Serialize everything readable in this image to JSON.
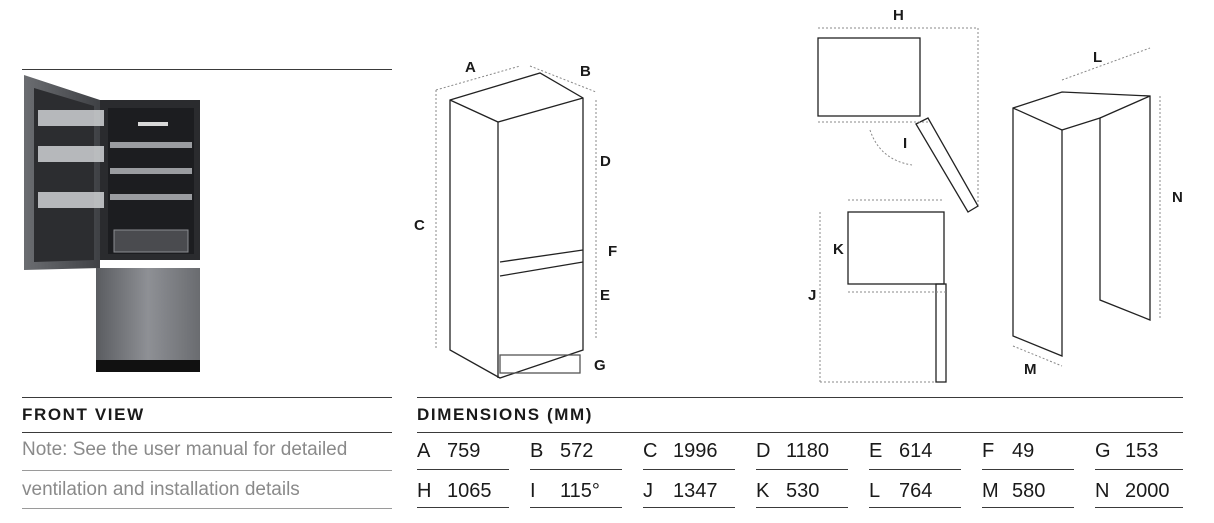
{
  "front_view": {
    "heading": "FRONT VIEW",
    "note_line1": "Note: See the user manual for detailed",
    "note_line2": "ventilation and installation details"
  },
  "dimensions": {
    "heading": "DIMENSIONS (MM)",
    "rows": [
      [
        {
          "letter": "A",
          "value": "759"
        },
        {
          "letter": "B",
          "value": "572"
        },
        {
          "letter": "C",
          "value": "1996"
        },
        {
          "letter": "D",
          "value": "1180"
        },
        {
          "letter": "E",
          "value": "614"
        },
        {
          "letter": "F",
          "value": "49"
        },
        {
          "letter": "G",
          "value": "153"
        }
      ],
      [
        {
          "letter": "H",
          "value": "1065"
        },
        {
          "letter": "I",
          "value": "115°"
        },
        {
          "letter": "J",
          "value": "1347"
        },
        {
          "letter": "K",
          "value": "530"
        },
        {
          "letter": "L",
          "value": "764"
        },
        {
          "letter": "M",
          "value": "580"
        },
        {
          "letter": "N",
          "value": "2000"
        }
      ]
    ]
  },
  "diagram_labels": {
    "A": "A",
    "B": "B",
    "C": "C",
    "D": "D",
    "E": "E",
    "F": "F",
    "G": "G",
    "H": "H",
    "I": "I",
    "J": "J",
    "K": "K",
    "L": "L",
    "M": "M",
    "N": "N"
  }
}
